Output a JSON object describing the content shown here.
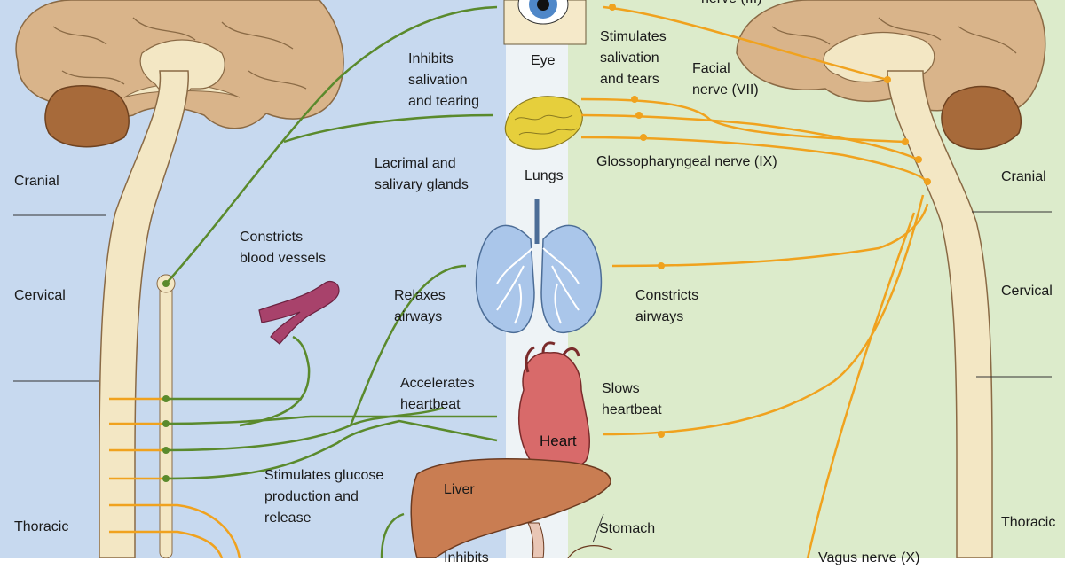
{
  "colors": {
    "sympathetic_bg": "#c7d9ef",
    "parasympathetic_bg": "#dcebcb",
    "sympathetic_nerve": "#5a8a2c",
    "parasympathetic_nerve": "#f0a21e",
    "brain": "#d9b48a",
    "cerebellum": "#a76a3a",
    "spine": "#f3e7c4",
    "lungs": "#aac6ea",
    "heart": "#d86a6a",
    "liver": "#c97d52",
    "gland": "#e6cf3c"
  },
  "labels": {
    "eye": "Eye",
    "oculomotor_partial": "nerve (III)",
    "stim_salivation": "Stimulates\nsalivation\nand tears",
    "facial": "Facial\nnerve (VII)",
    "inhibits_salivation": "Inhibits\nsalivation\nand tearing",
    "lacrimal": "Lacrimal and\nsalivary glands",
    "glosso": "Glossopharyngeal nerve (IX)",
    "lungs": "Lungs",
    "constricts_blood": "Constricts\nblood vessels",
    "relaxes_airways": "Relaxes\nairways",
    "constricts_airways": "Constricts\nairways",
    "accelerates": "Accelerates\nheartbeat",
    "slows": "Slows\nheartbeat",
    "heart": "Heart",
    "stim_glucose": "Stimulates glucose\nproduction and\nrelease",
    "liver": "Liver",
    "stomach": "Stomach",
    "inhibits_partial": "Inhibits",
    "vagus": "Vagus nerve (X)"
  },
  "regions_left": {
    "cranial": "Cranial",
    "cervical": "Cervical",
    "thoracic": "Thoracic"
  },
  "regions_right": {
    "cranial": "Cranial",
    "cervical": "Cervical",
    "thoracic": "Thoracic"
  }
}
